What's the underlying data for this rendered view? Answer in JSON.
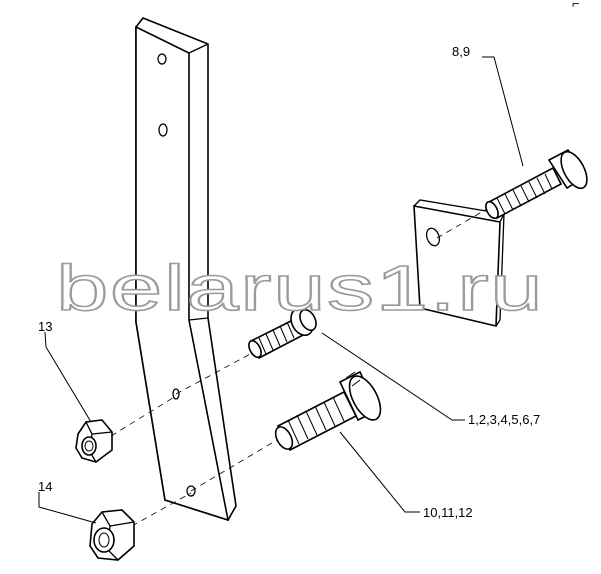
{
  "callouts": {
    "bolt_small": "8,9",
    "bolt_medium": "1,2,3,4,5,6,7",
    "bolt_large": "10,11,12",
    "nut_small": "13",
    "nut_large": "14"
  },
  "watermark": "belarus1.ru",
  "corner_mark": "⌐"
}
